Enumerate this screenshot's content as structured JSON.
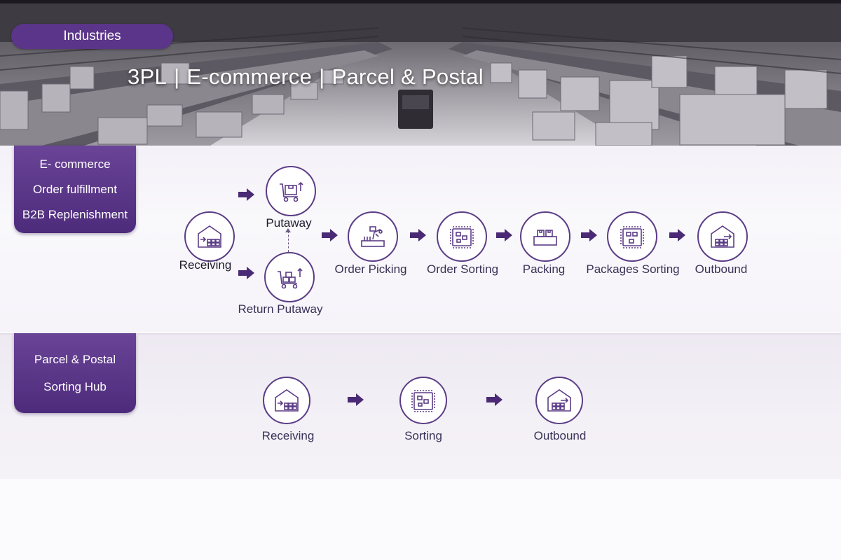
{
  "hero": {
    "badge": "Industries",
    "title_parts": [
      "3PL",
      "E-commerce",
      "Parcel & Postal"
    ],
    "separator": "|"
  },
  "section_ecommerce": {
    "labels": [
      "E- commerce",
      "Order fulfillment",
      "B2B Replenishment"
    ],
    "nodes": {
      "receiving": {
        "label": "Receiving",
        "icon": "warehouse-receiving-icon"
      },
      "putaway": {
        "label": "Putaway",
        "icon": "cart-putaway-icon"
      },
      "return_putaway": {
        "label": "Return Putaway",
        "icon": "cart-return-icon"
      },
      "order_picking": {
        "label": "Order Picking",
        "icon": "picking-robot-icon"
      },
      "order_sorting": {
        "label": "Order Sorting",
        "icon": "sorter-icon"
      },
      "packing": {
        "label": "Packing",
        "icon": "packing-icon"
      },
      "packages_sorting": {
        "label": "Packages Sorting",
        "icon": "sorter-icon"
      },
      "outbound": {
        "label": "Outbound",
        "icon": "warehouse-outbound-icon"
      }
    }
  },
  "section_parcel": {
    "labels": [
      "Parcel & Postal",
      "Sorting Hub"
    ],
    "nodes": {
      "receiving": {
        "label": "Receiving",
        "icon": "warehouse-receiving-icon"
      },
      "sorting": {
        "label": "Sorting",
        "icon": "sorter-icon"
      },
      "outbound": {
        "label": "Outbound",
        "icon": "warehouse-outbound-icon"
      }
    }
  },
  "colors": {
    "accent": "#5b3589",
    "accent_dark": "#4d2b7b",
    "icon_stroke": "#5b3d86",
    "arrow": "#4a2a74"
  }
}
